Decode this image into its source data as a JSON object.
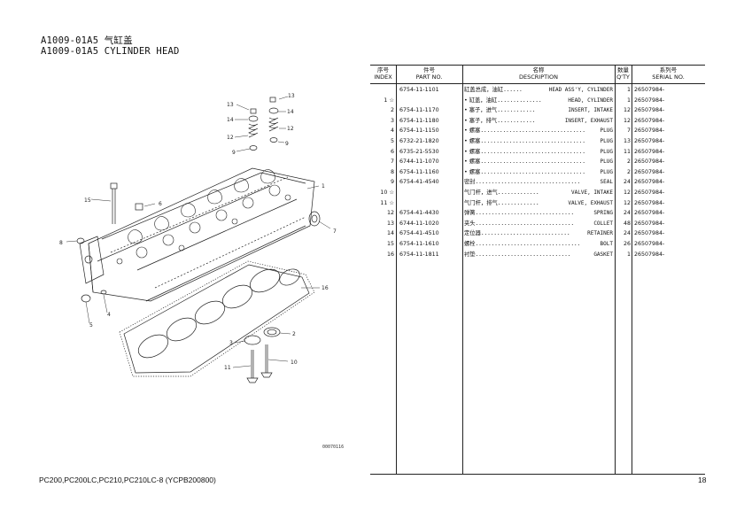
{
  "title": {
    "line1": "A1009-01A5 气缸盖",
    "line2": "A1009-01A5 CYLINDER HEAD"
  },
  "diagram": {
    "image_code": "00070116",
    "callouts": [
      "13",
      "13",
      "14",
      "14",
      "12",
      "12",
      "9",
      "9",
      "15",
      "6",
      "1",
      "7",
      "8",
      "16",
      "4",
      "5",
      "3",
      "2",
      "11",
      "10"
    ]
  },
  "table": {
    "headers": {
      "index_cn": "序号",
      "index_en": "INDEX",
      "part_cn": "件号",
      "part_en": "PART NO.",
      "desc_cn": "名称",
      "desc_en": "DESCRIPTION",
      "qty_cn": "数量",
      "qty_en": "Q'TY",
      "serial_cn": "系列号",
      "serial_en": "SERIAL NO."
    },
    "rows": [
      {
        "index": "",
        "part_no": "6754-11-1101",
        "desc_cn": "缸盖总成，油缸",
        "dots": "......",
        "desc_en": "HEAD ASS'Y, CYLINDER",
        "qty": "1",
        "serial": "26507984-"
      },
      {
        "index": "1 ☆",
        "part_no": "",
        "desc_cn": "• 缸盖，油缸",
        "dots": "..............",
        "desc_en": "HEAD, CYLINDER",
        "qty": "1",
        "serial": "26507984-"
      },
      {
        "index": "2",
        "part_no": "6754-11-1170",
        "desc_cn": "• 塞子，进气",
        "dots": "............",
        "desc_en": "INSERT, INTAKE",
        "qty": "12",
        "serial": "26507984-"
      },
      {
        "index": "3",
        "part_no": "6754-11-1180",
        "desc_cn": "• 塞子，排气",
        "dots": "............",
        "desc_en": "INSERT, EXHAUST",
        "qty": "12",
        "serial": "26507984-"
      },
      {
        "index": "4",
        "part_no": "6754-11-1150",
        "desc_cn": "• 螺塞",
        "dots": ".................................",
        "desc_en": "PLUG",
        "qty": "7",
        "serial": "26507984-"
      },
      {
        "index": "5",
        "part_no": "6732-21-1820",
        "desc_cn": "• 螺塞",
        "dots": ".................................",
        "desc_en": "PLUG",
        "qty": "13",
        "serial": "26507984-"
      },
      {
        "index": "6",
        "part_no": "6735-21-5530",
        "desc_cn": "• 螺塞",
        "dots": ".................................",
        "desc_en": "PLUG",
        "qty": "11",
        "serial": "26507984-"
      },
      {
        "index": "7",
        "part_no": "6744-11-1070",
        "desc_cn": "• 螺塞",
        "dots": ".................................",
        "desc_en": "PLUG",
        "qty": "2",
        "serial": "26507984-"
      },
      {
        "index": "8",
        "part_no": "6754-11-1160",
        "desc_cn": "• 螺塞",
        "dots": ".................................",
        "desc_en": "PLUG",
        "qty": "2",
        "serial": "26507984-"
      },
      {
        "index": "9",
        "part_no": "6754-41-4540",
        "desc_cn": "密封",
        "dots": ".................................",
        "desc_en": "SEAL",
        "qty": "24",
        "serial": "26507984-"
      },
      {
        "index": "10 ☆",
        "part_no": "",
        "desc_cn": "气门杆，进气",
        "dots": ".............",
        "desc_en": "VALVE, INTAKE",
        "qty": "12",
        "serial": "26507984-"
      },
      {
        "index": "11 ☆",
        "part_no": "",
        "desc_cn": "气门杆，排气",
        "dots": ".............",
        "desc_en": "VALVE, EXHAUST",
        "qty": "12",
        "serial": "26507984-"
      },
      {
        "index": "12",
        "part_no": "6754-41-4430",
        "desc_cn": "弹簧",
        "dots": "...............................",
        "desc_en": "SPRING",
        "qty": "24",
        "serial": "26507984-"
      },
      {
        "index": "13",
        "part_no": "6744-11-1020",
        "desc_cn": "夹头",
        "dots": "...............................",
        "desc_en": "COLLET",
        "qty": "48",
        "serial": "26507984-"
      },
      {
        "index": "14",
        "part_no": "6754-41-4510",
        "desc_cn": "定位器",
        "dots": "............................",
        "desc_en": "RETAINER",
        "qty": "24",
        "serial": "26507984-"
      },
      {
        "index": "15",
        "part_no": "6754-11-1610",
        "desc_cn": "螺栓",
        "dots": ".................................",
        "desc_en": "BOLT",
        "qty": "26",
        "serial": "26507984-"
      },
      {
        "index": "16",
        "part_no": "6754-11-1811",
        "desc_cn": "衬垫",
        "dots": "..............................",
        "desc_en": "GASKET",
        "qty": "1",
        "serial": "26507984-"
      }
    ]
  },
  "footer": {
    "models": "PC200,PC200LC,PC210,PC210LC-8 (YCPB200800)",
    "page": "18"
  }
}
